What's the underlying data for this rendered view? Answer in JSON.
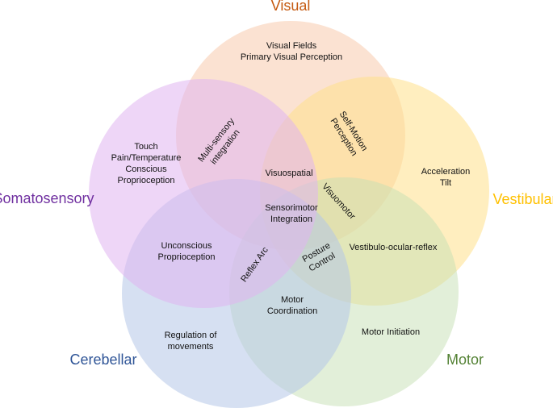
{
  "sets": {
    "visual": {
      "label": "Visual",
      "color": "#c55a11",
      "fill": "#f8cbad"
    },
    "vestibular": {
      "label": "Vestibular",
      "color": "#ffc000",
      "fill": "#ffe08a"
    },
    "motor": {
      "label": "Motor",
      "color": "#548235",
      "fill": "#c5e0b4"
    },
    "cerebellar": {
      "label": "Cerebellar",
      "color": "#2f5597",
      "fill": "#b4c7e7"
    },
    "somatosensory": {
      "label": "Somatosensory",
      "color": "#7030a0",
      "fill": "#e0b4f0"
    }
  },
  "regions": {
    "visual_only": [
      "Visual Fields",
      "Primary Visual Perception"
    ],
    "vestibular_only": [
      "Acceleration",
      "Tilt"
    ],
    "motor_only": [
      "Motor Initiation"
    ],
    "cerebellar_only": [
      "Regulation of",
      "movements"
    ],
    "somatosensory_only": [
      "Touch",
      "Pain/Temperature",
      "Conscious",
      "Proprioception"
    ],
    "somato_visual": [
      "Multi-sensory",
      "integration"
    ],
    "visual_vestibular": [
      "Self-Motion",
      "Perception"
    ],
    "visuospatial": [
      "Visuospatial"
    ],
    "visuomotor": [
      "Visuomotor"
    ],
    "sensorimotor": [
      "Sensorimotor",
      "Integration"
    ],
    "unconscious_proprioception": [
      "Unconscious",
      "Proprioception"
    ],
    "reflex_arc": [
      "Reflex Arc"
    ],
    "posture_control": [
      "Posture",
      "Control"
    ],
    "vestibulo_ocular": [
      "Vestibulo-ocular-reflex"
    ],
    "motor_coordination": [
      "Motor",
      "Coordination"
    ]
  }
}
